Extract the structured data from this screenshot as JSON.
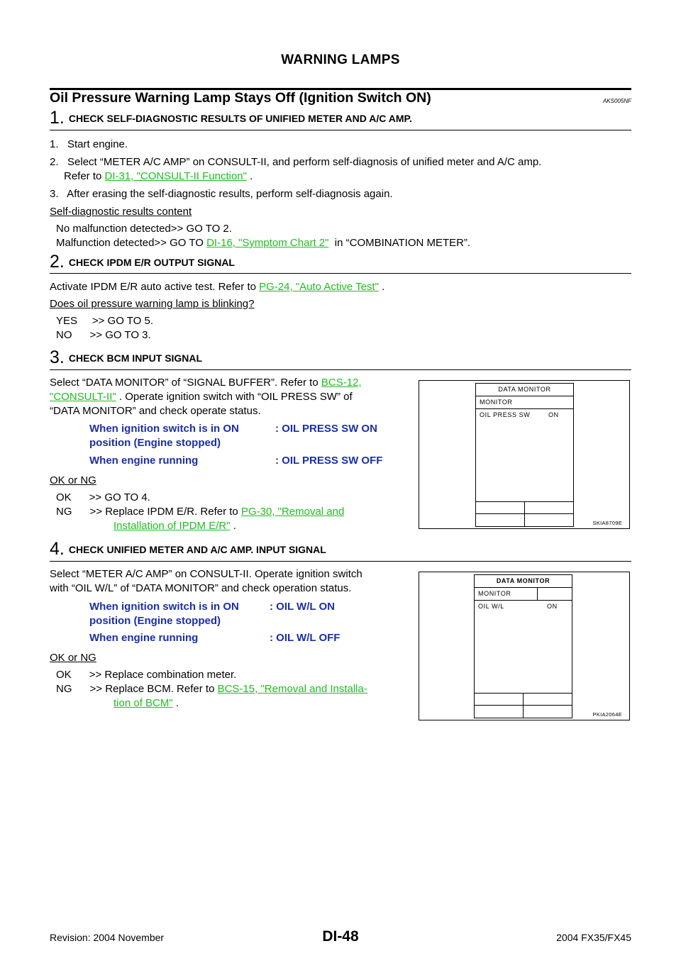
{
  "header": {
    "title": "WARNING LAMPS"
  },
  "section": {
    "title": "Oil Pressure Warning Lamp Stays Off (Ignition Switch ON)",
    "code": "AKS005NF"
  },
  "step1": {
    "num": "1.",
    "title": "CHECK SELF-DIAGNOSTIC RESULTS OF UNIFIED METER AND A/C AMP.",
    "item1": "1.   Start engine.",
    "item2a": "2.   Select “METER A/C AMP” on CONSULT-II, and perform self-diagnosis of unified meter and A/C amp.",
    "item2b_prefix": "Refer to ",
    "item2b_link": "DI-31, \"CONSULT-II Function\"",
    "item2b_suffix": " .",
    "item3": "3.   After erasing the self-diagnostic results, perform self-diagnosis again.",
    "result_label": "Self-diagnostic results content",
    "res1": "No malfunction detected>> GO TO 2.",
    "res2_prefix": "Malfunction detected>> GO TO ",
    "res2_link": "DI-16, \"Symptom Chart 2\"",
    "res2_suffix": "  in “COMBINATION METER”."
  },
  "step2": {
    "num": "2.",
    "title": "CHECK IPDM E/R OUTPUT SIGNAL",
    "text_prefix": "Activate IPDM E/R auto active test. Refer to ",
    "text_link": "PG-24, \"Auto Active Test\"",
    "text_suffix": " .",
    "question": "Does oil pressure warning lamp is blinking?",
    "yes": "YES     >> GO TO 5.",
    "no": "NO      >> GO TO 3."
  },
  "step3": {
    "num": "3.",
    "title": "CHECK BCM INPUT SIGNAL",
    "line1_prefix": "Select “DATA MONITOR” of “SIGNAL BUFFER”. Refer to ",
    "line1_link": "BCS-12,",
    "line2_link": "\"CONSULT-II\"",
    "line2_suffix": " . Operate ignition switch with “OIL PRESS SW” of",
    "line3": "“DATA MONITOR” and check operate status.",
    "cond1a": "When ignition switch is in ON",
    "cond1b": "position (Engine stopped)",
    "val1": ": OIL PRESS SW ON",
    "cond2": "When engine running",
    "val2": ": OIL PRESS SW OFF",
    "okng": "OK or NG",
    "ok": "OK      >> GO TO 4.",
    "ng_prefix": "NG      >> Replace IPDM E/R. Refer to ",
    "ng_link1": "PG-30, \"Removal and",
    "ng_link2": "Installation of IPDM E/R\"",
    "ng_suffix": " .",
    "fig": {
      "hdr": "DATA MONITOR",
      "mon": "MONITOR",
      "item": "OIL PRESS SW",
      "val": "ON",
      "code": "SKIA8709E"
    }
  },
  "step4": {
    "num": "4.",
    "title": "CHECK UNIFIED METER AND A/C AMP. INPUT SIGNAL",
    "line1": "Select “METER A/C AMP” on CONSULT-II. Operate ignition switch",
    "line2": "with “OIL W/L” of “DATA MONITOR” and check operation status.",
    "cond1a": "When ignition switch is in ON",
    "cond1b": "position (Engine stopped)",
    "val1": ": OIL W/L ON",
    "cond2": "When engine running",
    "val2": ": OIL W/L OFF",
    "okng": "OK or NG",
    "ok": "OK      >> Replace combination meter.",
    "ng_prefix": "NG      >> Replace BCM. Refer to ",
    "ng_link1": "BCS-15, \"Removal and Installa-",
    "ng_link2": "tion of BCM\"",
    "ng_suffix": " .",
    "fig": {
      "hdr": "DATA MONITOR",
      "mon": "MONITOR",
      "item": "OIL W/L",
      "val": "ON",
      "code": "PKIA2064E"
    }
  },
  "footer": {
    "revision": "Revision: 2004 November",
    "page": "DI-48",
    "model": "2004 FX35/FX45"
  }
}
